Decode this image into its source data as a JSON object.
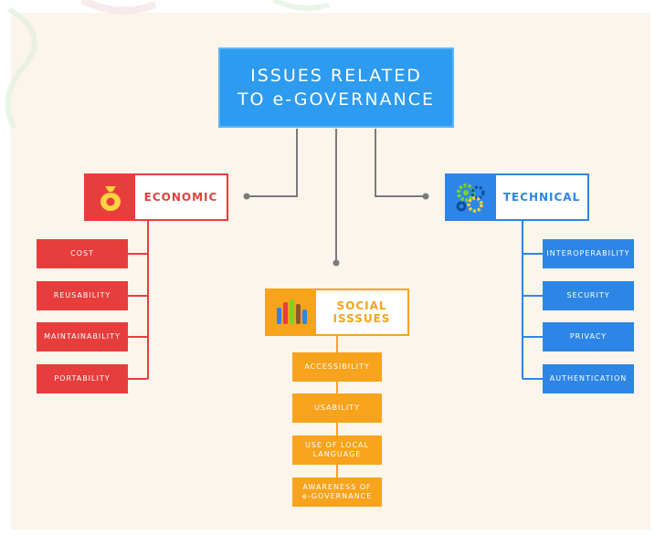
{
  "title": {
    "line1": "ISSUES RELATED",
    "line2": "TO e-GOVERNANCE"
  },
  "categories": {
    "economic": {
      "label": "ECONOMIC",
      "icon": "money-bag-icon",
      "color": "#e83d3d",
      "items": [
        "COST",
        "REUSABILITY",
        "MAINTAINABILITY",
        "PORTABILITY"
      ]
    },
    "social": {
      "label_line1": "SOCIAL",
      "label_line2": "ISSSUES",
      "icon": "raised-hands-icon",
      "color": "#f7a31c",
      "items": [
        "ACCESSIBILITY",
        "USABILITY",
        "USE OF LOCAL LANGUAGE",
        "AWARENESS OF e-GOVERNANCE"
      ]
    },
    "technical": {
      "label": "TECHNICAL",
      "icon": "gears-icon",
      "color": "#2d86e6",
      "items": [
        "INTEROPERABILITY",
        "SECURITY",
        "PRIVACY",
        "AUTHENTICATION"
      ]
    }
  },
  "colors": {
    "title": "#2d9bef",
    "connector": "#777777",
    "background": "#fcf5ec"
  }
}
